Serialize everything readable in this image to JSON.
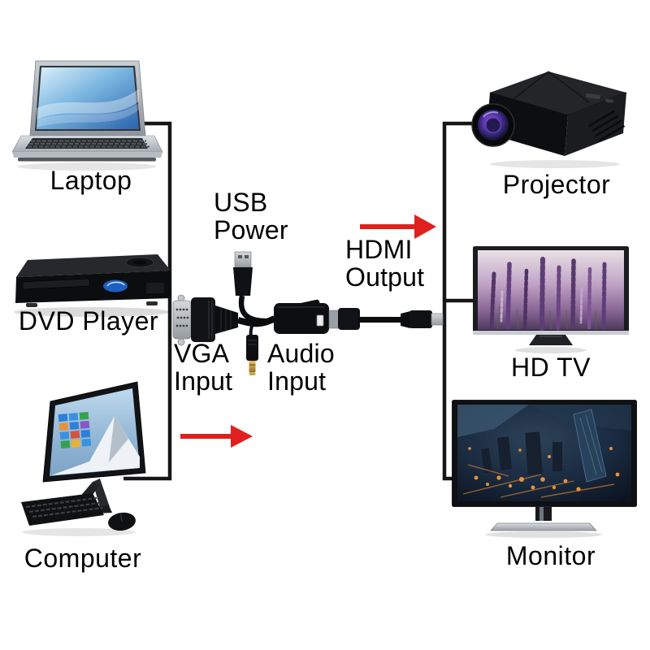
{
  "colors": {
    "background": "#ffffff",
    "line": "#161616",
    "arrow": "#e0201e",
    "label": "#000000"
  },
  "input_devices": [
    {
      "name": "Laptop"
    },
    {
      "name": "DVD Player"
    },
    {
      "name": "Computer"
    }
  ],
  "output_devices": [
    {
      "name": "Projector"
    },
    {
      "name": "HD TV"
    },
    {
      "name": "Monitor"
    }
  ],
  "adapter": {
    "usb_power_label": "USB Power",
    "vga_input_label": "VGA Input",
    "audio_input_label": "Audio Input",
    "hdmi_output_label": "HDMI Output"
  }
}
